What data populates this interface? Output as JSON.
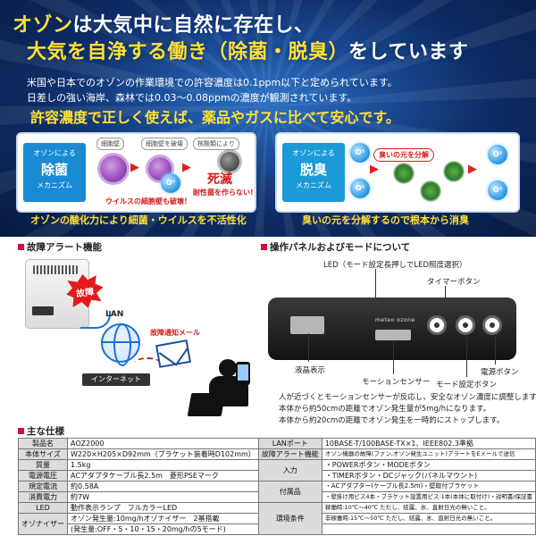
{
  "hero": {
    "line1": {
      "a": "オゾン",
      "b": "は",
      "c": "大気中に自然に存在し、"
    },
    "line2": {
      "a": "大気を自浄する働き（除菌・脱臭）",
      "b": "をしています"
    },
    "body1": "米国や日本でのオゾンの作業環境での許容濃度は0.1ppm以下と定められています。",
    "body2": "日差しの強い海岸、森林では0.03〜0.08ppmの濃度が観測されています。",
    "tagline": "許容濃度で正しく使えば、薬品やガスに比べて安心です。"
  },
  "cards": {
    "sterilize": {
      "pre": "オゾンによる",
      "title": "除菌",
      "sub": "メカニズム",
      "steps": [
        "細胞壁",
        "細胞壁を破壊",
        "核酸類により"
      ],
      "result": "死滅",
      "note": "ウイルスの細胞壁も破壊！",
      "no_resist": "耐性菌を作らない!",
      "o3": "O³",
      "caption": "オゾンの酸化力により細菌・ウイルスを不活性化"
    },
    "deodorize": {
      "pre": "オゾンによる",
      "title": "脱臭",
      "sub": "メカニズム",
      "bubble": "臭いの元を分解",
      "o3": "O³",
      "caption": "臭いの元を分解するので根本から消臭"
    }
  },
  "alert": {
    "title": "故障アラート機能",
    "fault_label": "故障",
    "lan": "LAN",
    "mail_note": "故障通知メール",
    "internet": "インターネット"
  },
  "panel": {
    "title": "操作パネルおよびモードについて",
    "brand": "meteo ozone",
    "label_led": "LED（モード設定長押しでLED照度選択）",
    "label_timer": "タイマーボタン",
    "label_display": "液晶表示",
    "label_motion": "モーションセンサー",
    "label_mode": "モード設定ボタン",
    "label_power": "電源ボタン",
    "note1": "人が近づくとモーションセンサーが反応し、安全なオゾン濃度に調整します。",
    "note2": "本体から約50cmの距離でオゾン発生量が5mg/hになります。",
    "note3": "本体から約20cmの距離でオゾン発生を一時的にストップします。"
  },
  "spec": {
    "title": "主な仕様",
    "rows": [
      [
        "製品名",
        "AOZ2000",
        "LANポート",
        "10BASE-T/100BASE-TX×1、IEEE802.3準拠"
      ],
      [
        "本体サイズ",
        "W220×H205×D92mm（ブラケット装着時D102mm）",
        "故障アラート機能",
        "オゾン機器の故障(ファン,オゾン発生ユニット)アラートをEメールで送信"
      ],
      [
        "質量",
        "1.5kg",
        "入力",
        "・POWERボタン・MODEボタン"
      ],
      [
        "電源電圧",
        "ACアダプタケーブル長2.5m　菱形PSEマーク",
        "",
        "・TIMERボタン・DCジャック(パネルマウント)"
      ],
      [
        "規定電流",
        "約0.58A",
        "付属品",
        "・ACアダプター(ケーブル長2.5m)・壁取付ブラケット"
      ],
      [
        "消費電力",
        "約7W",
        "",
        "・壁掛け用ビス4本・ブラケット設置用ビス:1本(本体に取付け)・説明書/保証書"
      ],
      [
        "LED",
        "動作表示ランプ　フルカラーLED",
        "環境条件",
        "稼働時:10℃〜40℃ ただし、結露、氷、直射日光の無いこと。"
      ],
      [
        "オゾナイザー",
        "オゾン発生量:10mg/hオゾナイザー　2基搭載",
        "",
        "非稼働時:15℃〜50℃ ただし、結露、氷、直射日光の無いこと。"
      ],
      [
        "",
        "(発生量:OFF・5・10・15・20mg/hの5モード)",
        "",
        ""
      ]
    ]
  }
}
